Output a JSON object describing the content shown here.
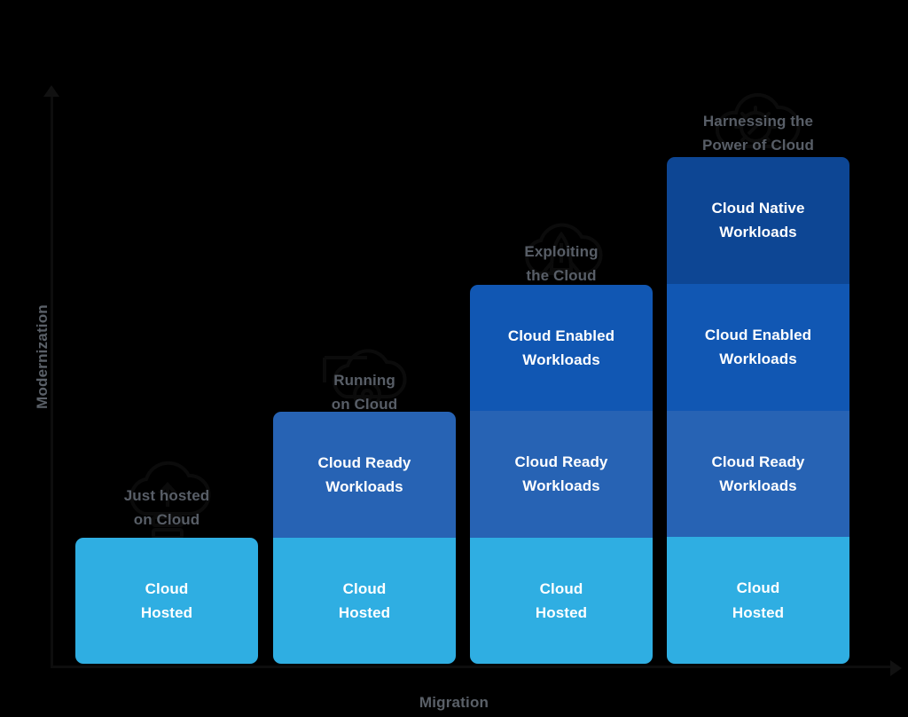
{
  "chart_data": {
    "type": "bar",
    "title": "",
    "xlabel": "Migration",
    "ylabel": "Modernization",
    "stacked": true,
    "grid": false,
    "legend_position": "none",
    "categories": [
      "Just hosted on Cloud",
      "Running on Cloud",
      "Exploiting the Cloud",
      "Harnessing the Power of Cloud"
    ],
    "series": [
      {
        "name": "Cloud Hosted",
        "color": "#2faee2",
        "values": [
          1,
          1,
          1,
          1
        ]
      },
      {
        "name": "Cloud Ready Workloads",
        "color": "#2763b4",
        "values": [
          0,
          1,
          1,
          1
        ]
      },
      {
        "name": "Cloud Enabled Workloads",
        "color": "#1157b3",
        "values": [
          0,
          0,
          1,
          1
        ]
      },
      {
        "name": "Cloud Native Workloads",
        "color": "#0d4694",
        "values": [
          0,
          0,
          0,
          1
        ]
      }
    ],
    "totals": [
      1,
      2,
      3,
      4
    ]
  },
  "axes": {
    "y_label": "Modernization",
    "x_label": "Migration",
    "y_arrow_icon": "arrow-up-icon",
    "x_arrow_icon": "arrow-right-icon"
  },
  "colors": {
    "background": "#000000",
    "cloud_hosted": "#2faee2",
    "cloud_ready": "#2763b4",
    "cloud_enabled": "#1157b3",
    "cloud_native": "#0d4694",
    "caption_text": "#585e67",
    "axis_text": "#5a6068",
    "segment_text": "#ffffff"
  },
  "columns": [
    {
      "icon": "cloud-upload-icon",
      "caption": "Just hosted\non Cloud",
      "caption_line1": "Just hosted",
      "caption_line2": "on Cloud",
      "segments": [
        {
          "label": "Cloud\nHosted",
          "line1": "Cloud",
          "line2": "Hosted",
          "name": "Cloud Hosted",
          "color": "#2faee2"
        }
      ]
    },
    {
      "icon": "cloud-gear-icon",
      "caption": "Running\non Cloud",
      "caption_line1": "Running",
      "caption_line2": "on Cloud",
      "segments": [
        {
          "label": "Cloud Ready\nWorkloads",
          "line1": "Cloud Ready",
          "line2": "Workloads",
          "name": "Cloud Ready Workloads",
          "color": "#2763b4"
        },
        {
          "label": "Cloud\nHosted",
          "line1": "Cloud",
          "line2": "Hosted",
          "name": "Cloud Hosted",
          "color": "#2faee2"
        }
      ]
    },
    {
      "icon": "cloud-rocket-icon",
      "caption": "Exploiting\nthe Cloud",
      "caption_line1": "Exploiting",
      "caption_line2": "the Cloud",
      "segments": [
        {
          "label": "Cloud Enabled\nWorkloads",
          "line1": "Cloud Enabled",
          "line2": "Workloads",
          "name": "Cloud Enabled Workloads",
          "color": "#1157b3"
        },
        {
          "label": "Cloud Ready\nWorkloads",
          "line1": "Cloud Ready",
          "line2": "Workloads",
          "name": "Cloud Ready Workloads",
          "color": "#2763b4"
        },
        {
          "label": "Cloud\nHosted",
          "line1": "Cloud",
          "line2": "Hosted",
          "name": "Cloud Hosted",
          "color": "#2faee2"
        }
      ]
    },
    {
      "icon": "cloud-cogs-icon",
      "caption": "Harnessing the\nPower of Cloud",
      "caption_line1": "Harnessing the",
      "caption_line2": "Power of Cloud",
      "segments": [
        {
          "label": "Cloud Native\nWorkloads",
          "line1": "Cloud Native",
          "line2": "Workloads",
          "name": "Cloud Native Workloads",
          "color": "#0d4694"
        },
        {
          "label": "Cloud Enabled\nWorkloads",
          "line1": "Cloud Enabled",
          "line2": "Workloads",
          "name": "Cloud Enabled Workloads",
          "color": "#1157b3"
        },
        {
          "label": "Cloud Ready\nWorkloads",
          "line1": "Cloud Ready",
          "line2": "Workloads",
          "name": "Cloud Ready Workloads",
          "color": "#2763b4"
        },
        {
          "label": "Cloud\nHosted",
          "line1": "Cloud",
          "line2": "Hosted",
          "name": "Cloud Hosted",
          "color": "#2faee2"
        }
      ]
    }
  ]
}
